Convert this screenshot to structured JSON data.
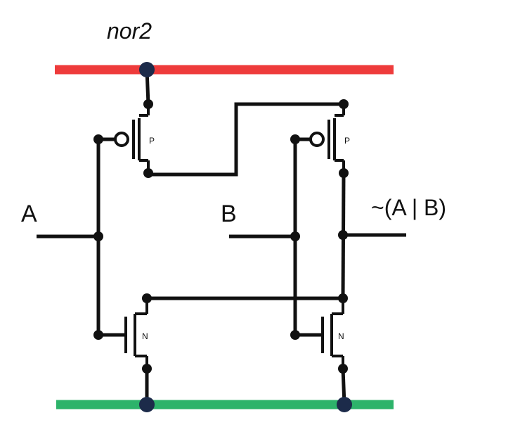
{
  "diagram": {
    "title": "nor2",
    "inputs": {
      "a": "A",
      "b": "B"
    },
    "output": "~(A | B)",
    "transistors": {
      "pmos_a": "P",
      "pmos_b": "P",
      "nmos_a": "N",
      "nmos_b": "N"
    },
    "colors": {
      "vdd_rail": "#ee3b3b",
      "gnd_rail": "#2db36a",
      "rail_node": "#1c2b4a",
      "wire": "#111111"
    }
  }
}
